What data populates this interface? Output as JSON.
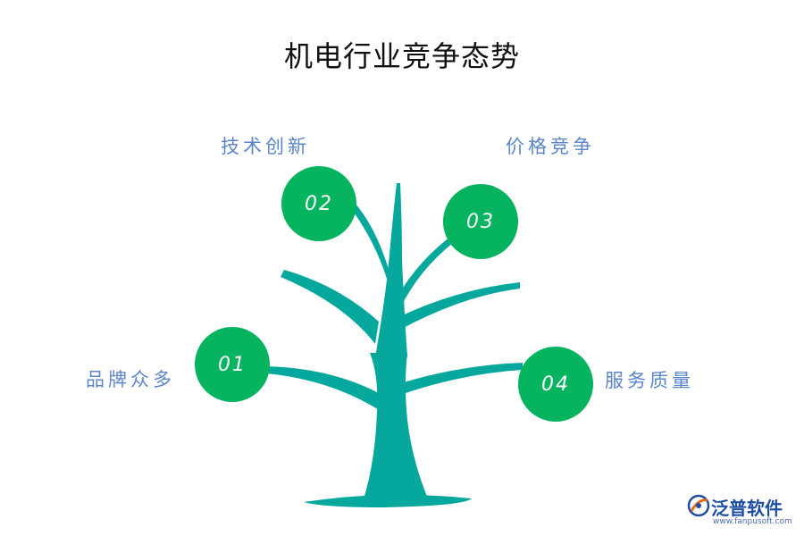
{
  "title": "机电行业竞争态势",
  "colors": {
    "tree": "#06a89d",
    "node": "#06b35f",
    "caption": "#5b86c8"
  },
  "nodes": [
    {
      "number": "01",
      "caption": "品牌众多"
    },
    {
      "number": "02",
      "caption": "技术创新"
    },
    {
      "number": "03",
      "caption": "价格竞争"
    },
    {
      "number": "04",
      "caption": "服务质量"
    }
  ],
  "logo": {
    "name": "泛普软件",
    "url": "www.fanpusoft.com",
    "icon": "fanpu-logo-icon"
  }
}
